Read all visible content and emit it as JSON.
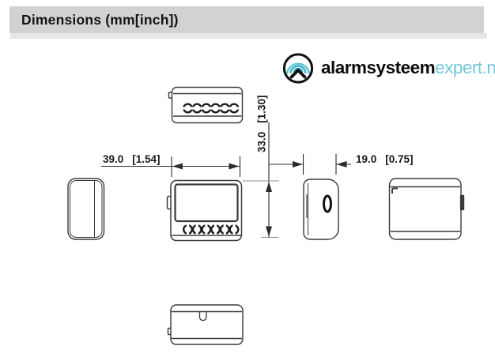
{
  "header": {
    "title": "Dimensions (mm[inch])",
    "bg_color": "#d2d2d2"
  },
  "logo": {
    "brand_bold": "alarmsysteem",
    "brand_accent": "expert.nl",
    "accent_color": "#74c8dd",
    "icon": "wifi-ripples-chevron-icon",
    "arc_colors": [
      "#66c4d8",
      "#3fb0c9",
      "#17a0bd"
    ]
  },
  "dimensions": {
    "width": {
      "mm": "39.0",
      "inch": "[1.54]"
    },
    "height": {
      "mm": "33.0",
      "inch": "[1.30]"
    },
    "depth": {
      "mm": "19.0",
      "inch": "[0.75]"
    }
  },
  "drawing": {
    "views": [
      "top",
      "left-side",
      "front",
      "right-side",
      "back",
      "bottom"
    ],
    "line_color": "#3a3a3a"
  }
}
